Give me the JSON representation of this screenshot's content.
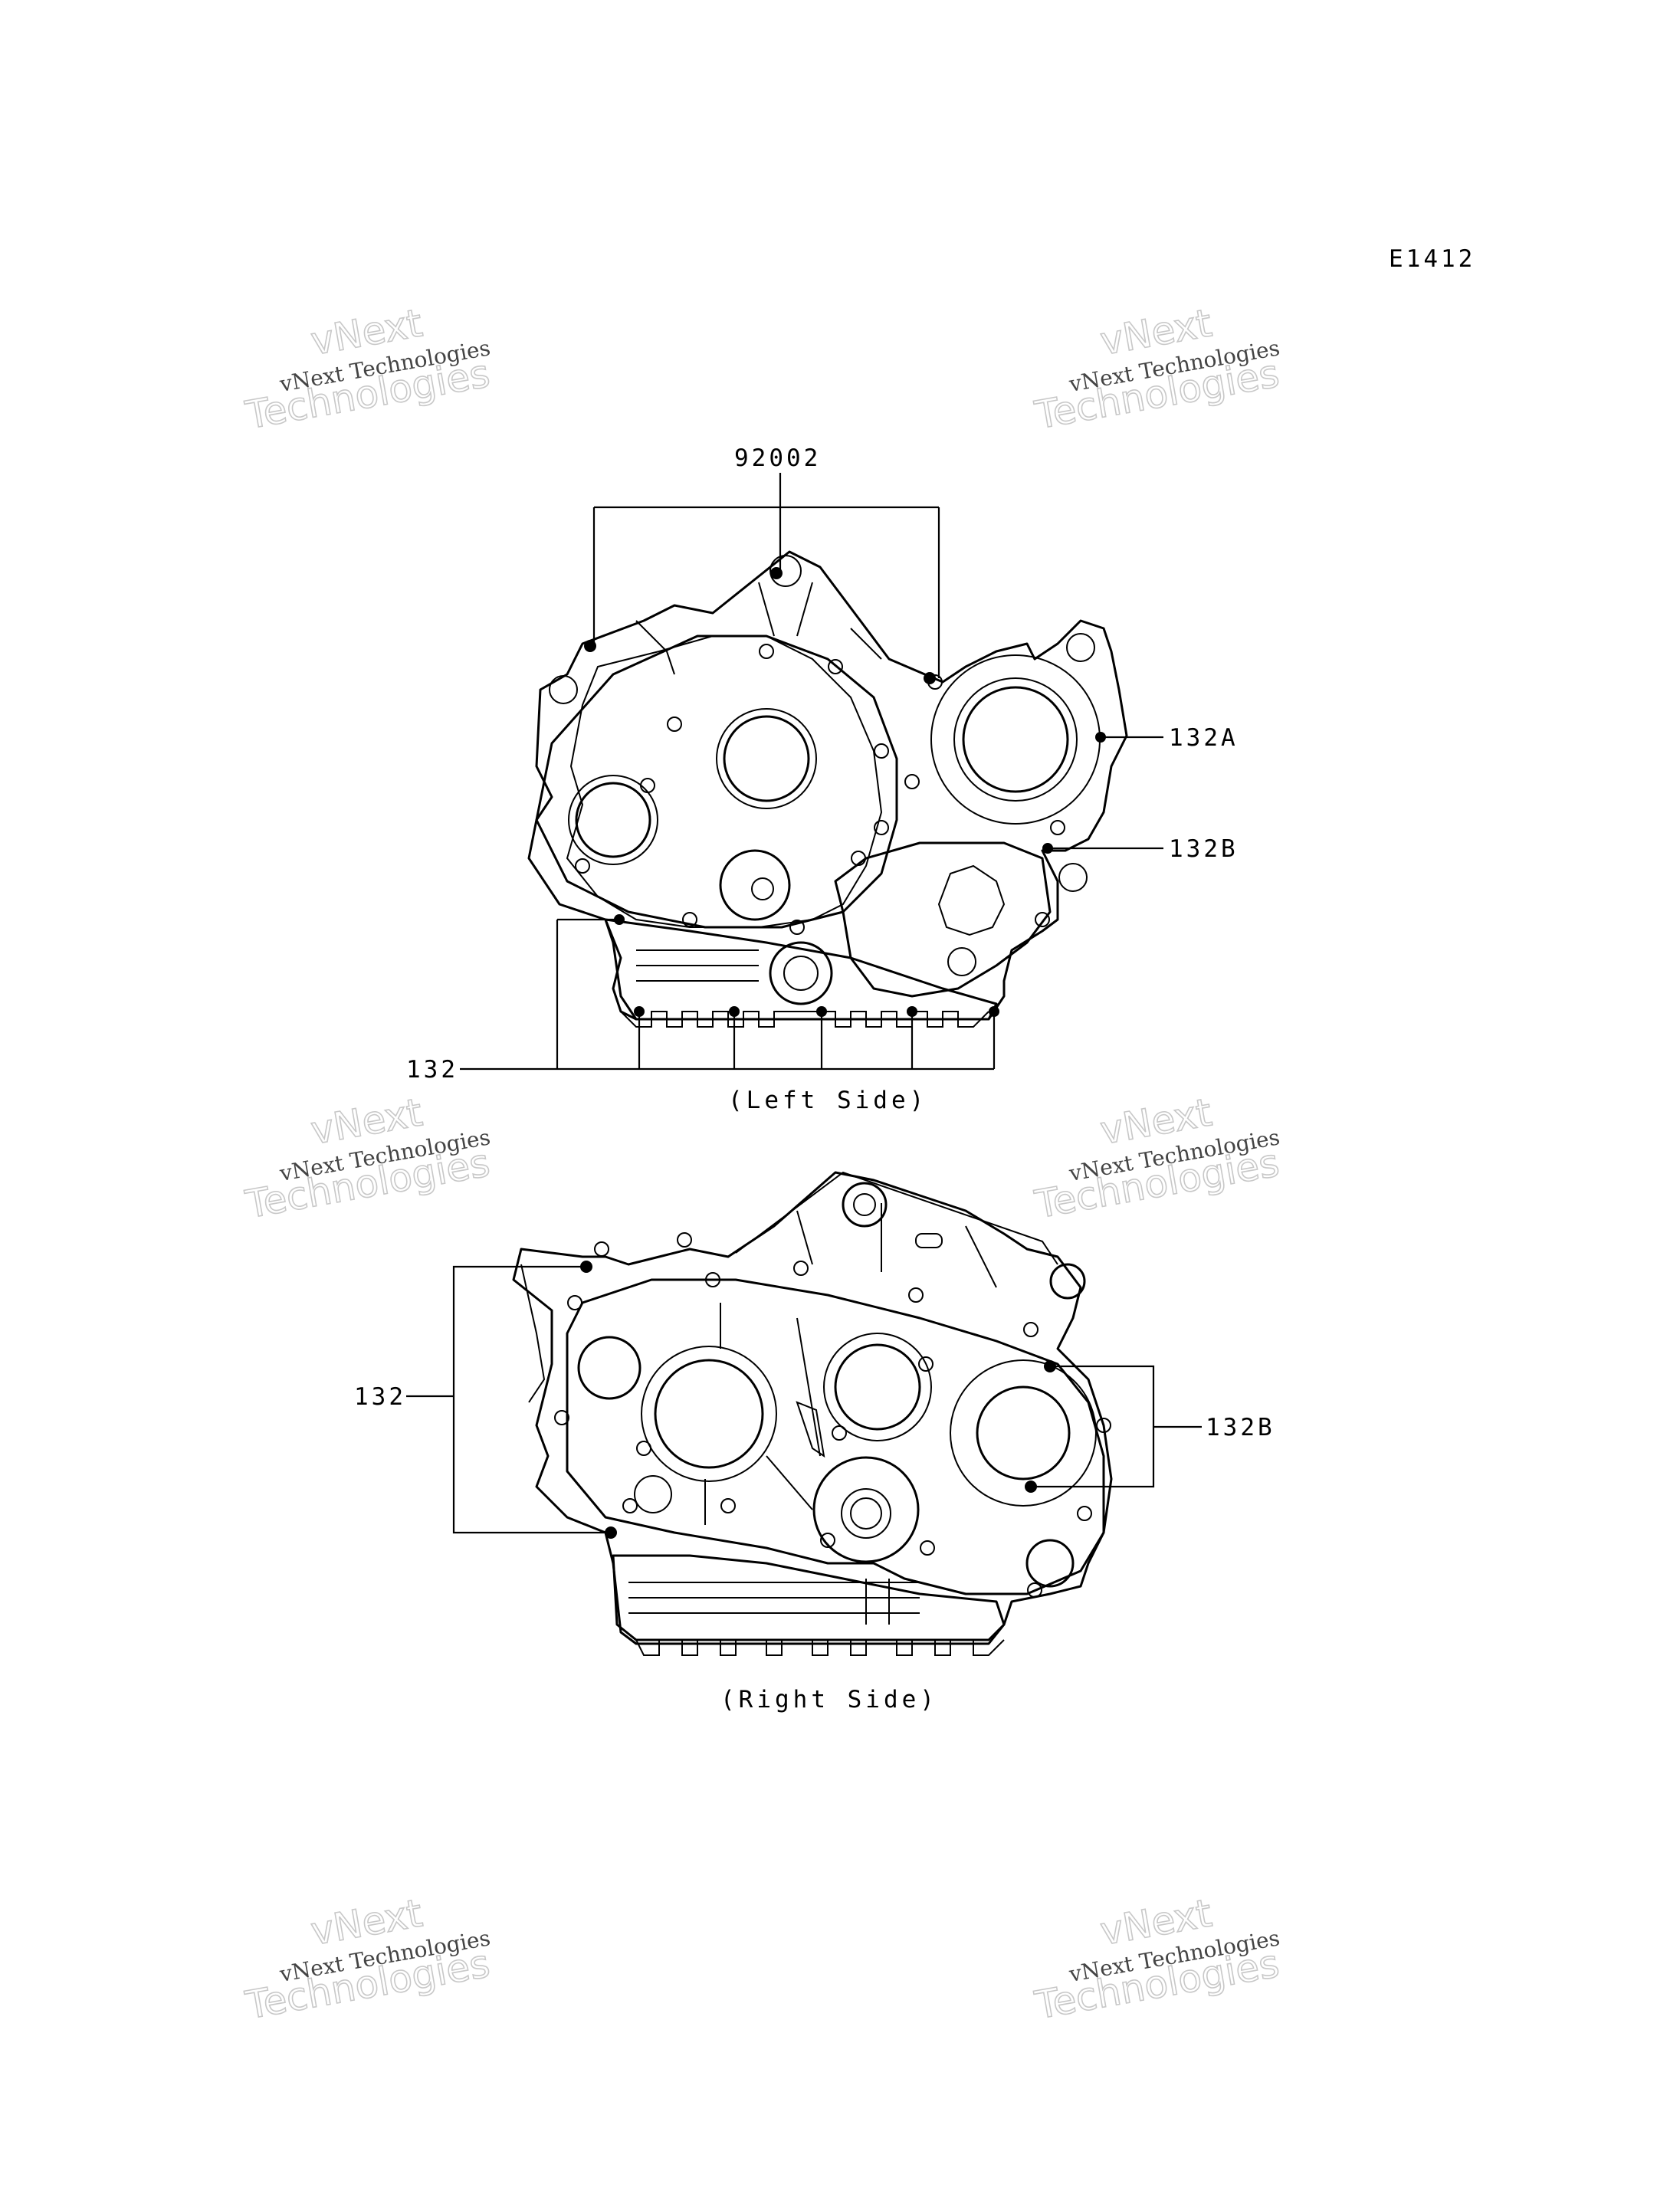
{
  "figure_code": "E1412",
  "watermark": {
    "line1": "vNext Technologies",
    "line2": "vNext",
    "line3": "Technologies"
  },
  "left_view": {
    "caption": "(Left Side)",
    "callouts": {
      "top": "92002",
      "upper_right": "132A",
      "mid_right": "132B",
      "bottom_left": "132"
    }
  },
  "right_view": {
    "caption": "(Right Side)",
    "callouts": {
      "left": "132",
      "right": "132B"
    }
  }
}
